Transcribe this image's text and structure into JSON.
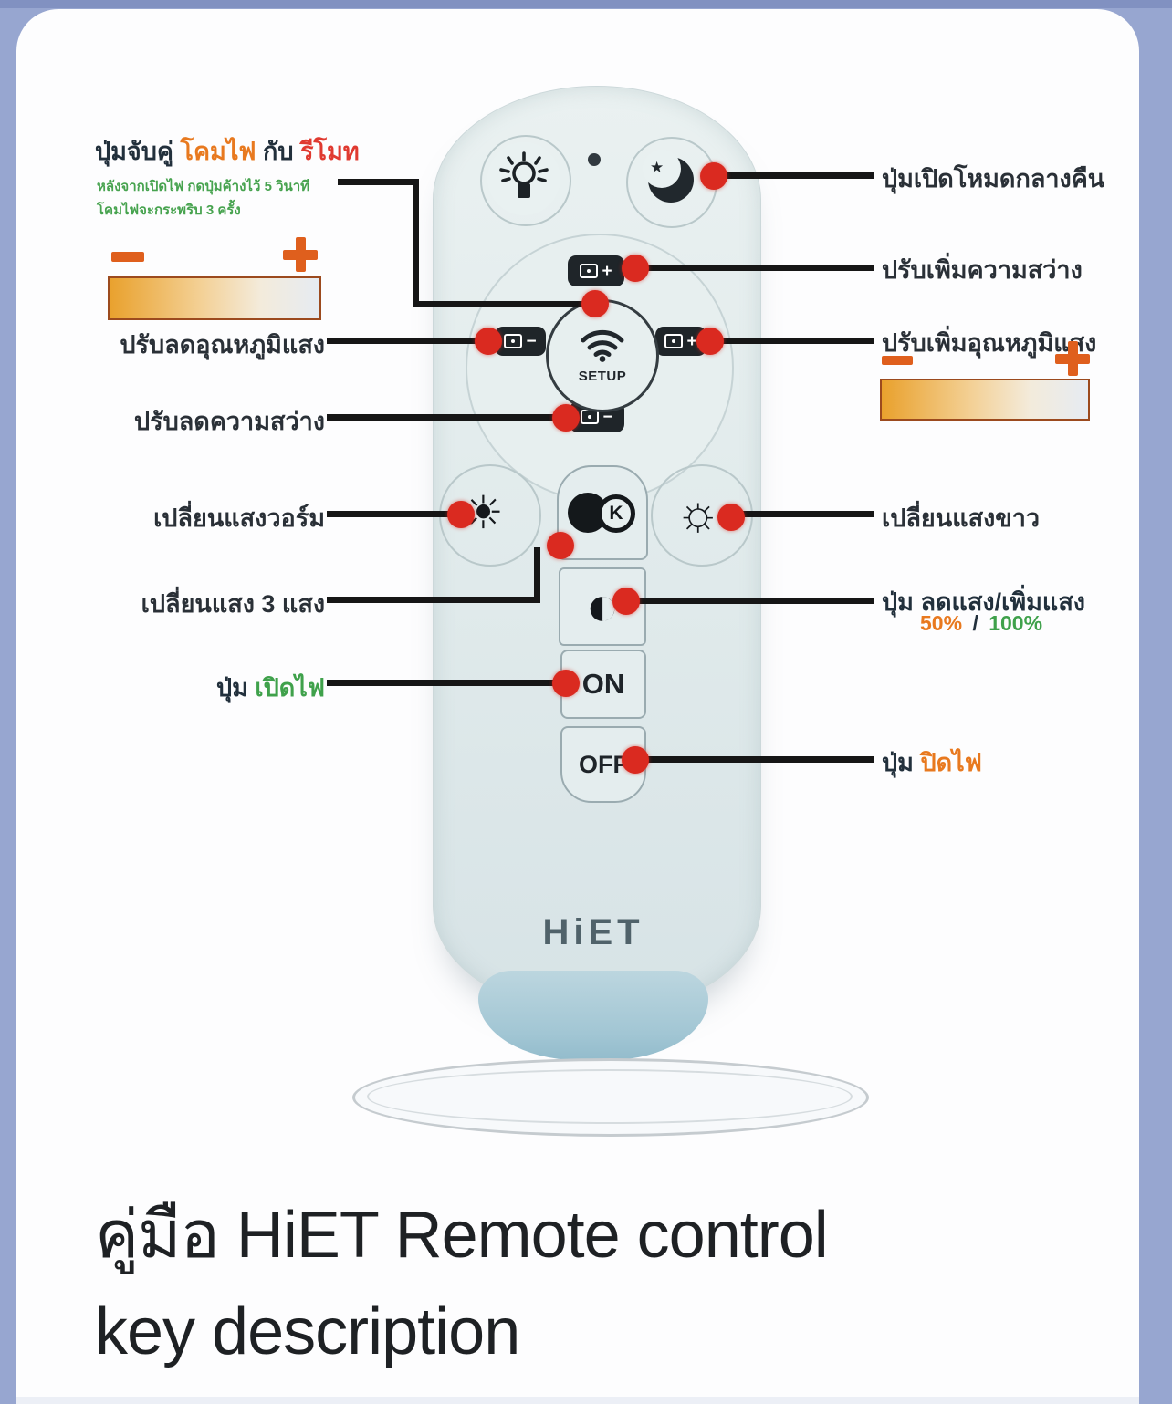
{
  "title": {
    "line1": "คู่มือ HiET Remote control",
    "line2": "key description"
  },
  "remote": {
    "brand": "HiET",
    "setup_label": "SETUP",
    "on_label": "ON",
    "off_label": "OFF",
    "k_label": "K"
  },
  "icons": {
    "sun_filled": "☀",
    "sun_outline": "☼",
    "contrast_half": "◐",
    "star": "★",
    "plus": "+",
    "minus": "−"
  },
  "left_labels": {
    "pair_word1": "ปุ่มจับคู่ ",
    "pair_word2": "โคมไฟ ",
    "pair_word3": "กับ ",
    "pair_word4": "รีโมท",
    "pair_note1": "หลังจากเปิดไฟ กดปุ่มค้างไว้ 5 วินาที",
    "pair_note2": "โคมไฟจะกระพริบ 3 ครั้ง",
    "temp_down": "ปรับลดอุณหภูมิแสง",
    "brightness_down": "ปรับลดความสว่าง",
    "warm_light": "เปลี่ยนแสงวอร์ม",
    "three_light": "เปลี่ยนแสง 3 แสง",
    "on_word1": "ปุ่ม ",
    "on_word2": "เปิดไฟ"
  },
  "right_labels": {
    "night_mode": "ปุ่มเปิดโหมดกลางคืน",
    "brightness_up": "ปรับเพิ่มความสว่าง",
    "temp_up": "ปรับเพิ่มอุณหภูมิแสง",
    "white_light": "เปลี่ยนแสงขาว",
    "dim_word1": "ปุ่ม ",
    "dim_word2": "ลดแสง/เพิ่มแสง",
    "dim_50": "50%",
    "dim_sep": "/",
    "dim_100": "100%",
    "off_word1": "ปุ่ม ",
    "off_word2": "ปิดไฟ"
  },
  "colors": {
    "frame": "#97a6d0",
    "accent_red_dot": "#da2a20",
    "green": "#3fa14b",
    "orange": "#e8791f",
    "red": "#e03a30"
  }
}
